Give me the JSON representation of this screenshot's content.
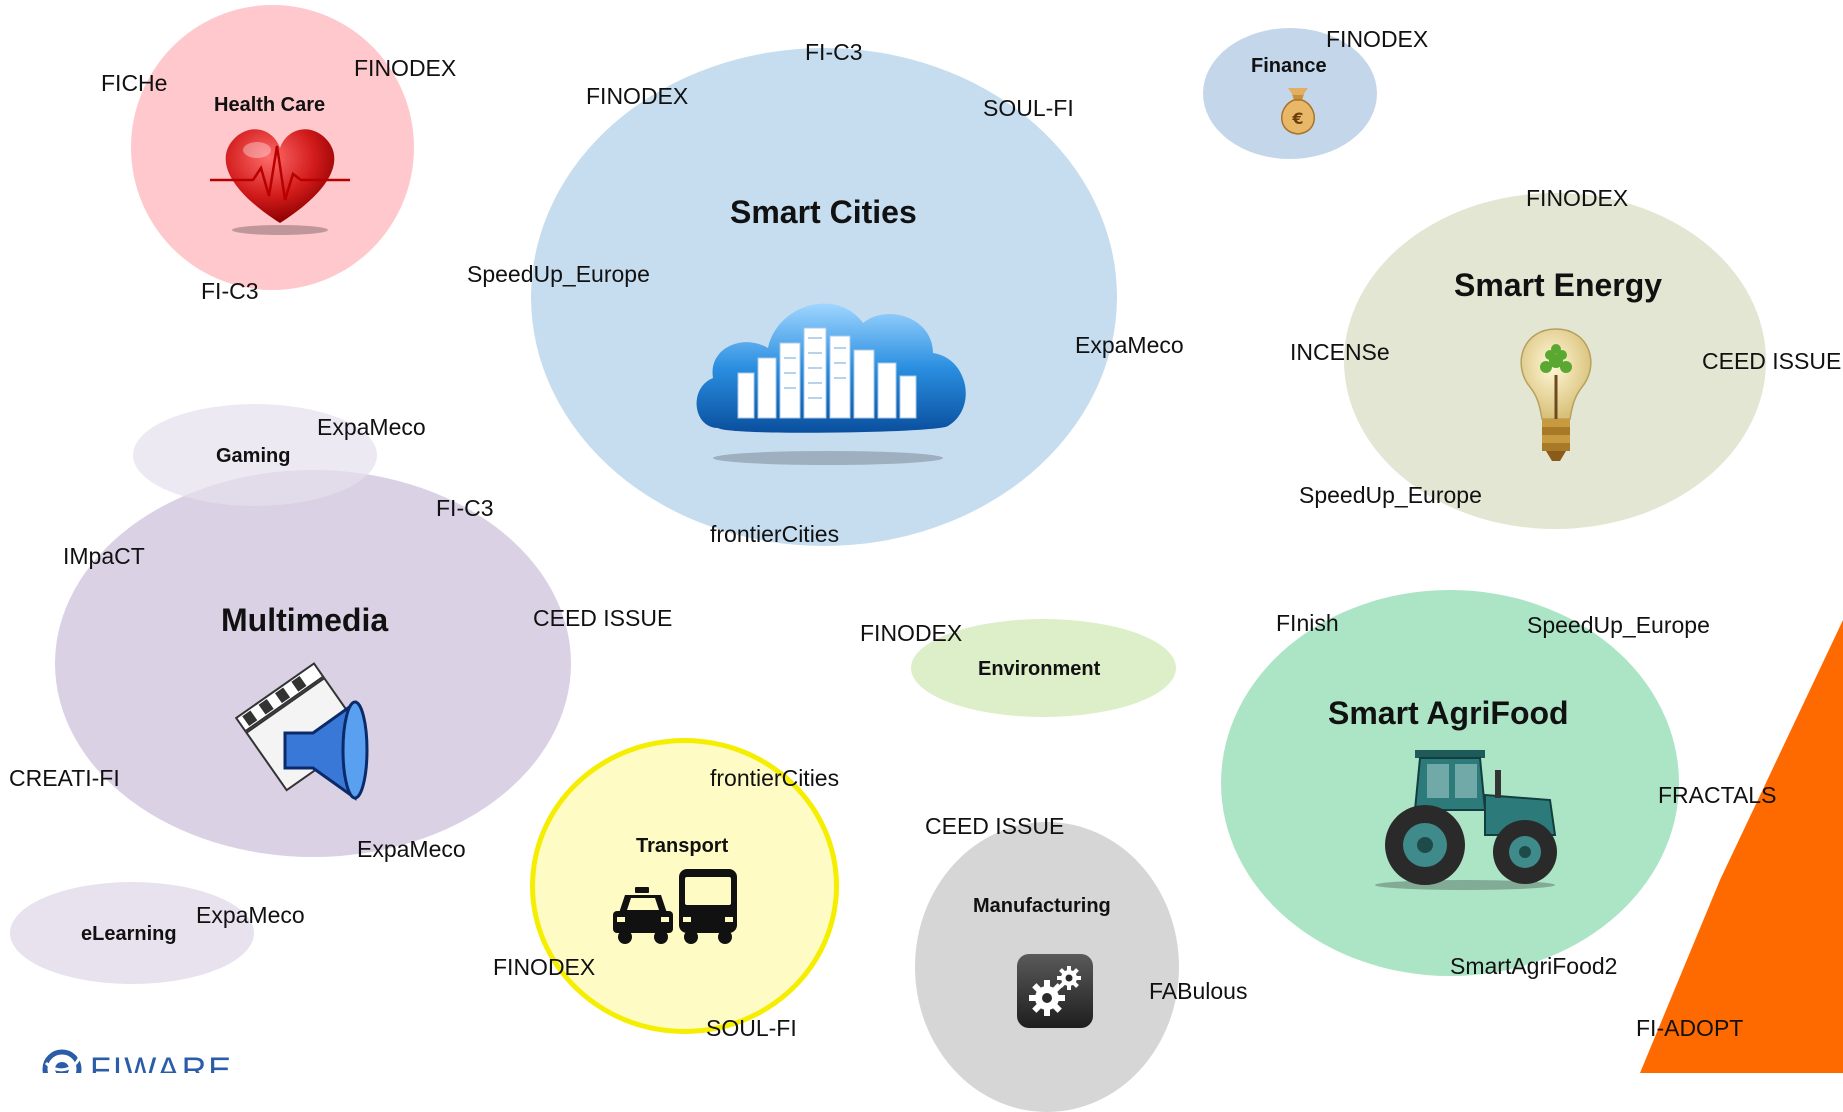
{
  "domains": {
    "health_care": {
      "title": "Health Care",
      "labels": [
        "FICHe",
        "FINODEX",
        "FI-C3"
      ]
    },
    "smart_cities": {
      "title": "Smart Cities",
      "labels": [
        "FI-C3",
        "FINODEX",
        "SOUL-FI",
        "SpeedUp_Europe",
        "ExpaMeco",
        "frontierCities"
      ]
    },
    "finance": {
      "title": "Finance",
      "labels": [
        "FINODEX"
      ]
    },
    "smart_energy": {
      "title": "Smart Energy",
      "labels": [
        "FINODEX",
        "INCENSe",
        "CEED ISSUE",
        "SpeedUp_Europe"
      ]
    },
    "gaming": {
      "title": "Gaming",
      "labels": [
        "ExpaMeco"
      ]
    },
    "multimedia": {
      "title": "Multimedia",
      "labels": [
        "FI-C3",
        "IMpaCT",
        "CEED ISSUE",
        "CREATI-FI",
        "ExpaMeco"
      ]
    },
    "elearning": {
      "title": "eLearning",
      "labels": [
        "ExpaMeco"
      ]
    },
    "environment": {
      "title": "Environment",
      "labels": [
        "FINODEX"
      ]
    },
    "transport": {
      "title": "Transport",
      "labels": [
        "frontierCities",
        "FINODEX",
        "SOUL-FI"
      ]
    },
    "manufacturing": {
      "title": "Manufacturing",
      "labels": [
        "CEED ISSUE",
        "FABulous"
      ]
    },
    "smart_agrifood": {
      "title": "Smart AgriFood",
      "labels": [
        "FInish",
        "SpeedUp_Europe",
        "FRACTALS",
        "SmartAgriFood2",
        "FI-ADOPT"
      ]
    }
  },
  "colors": {
    "health_care": "#ffc8cc",
    "smart_cities": "#c6ddf0",
    "finance": "#c4d6ea",
    "smart_energy": "#e3e6d2",
    "gaming": "#e6dfec",
    "multimedia": "#d8cfe3",
    "elearning": "#e8e2ef",
    "environment": "#dcefc8",
    "transport_fill": "#fffbc4",
    "transport_border": "#f5ee00",
    "manufacturing": "#d6d6d6",
    "smart_agrifood": "#ace4c6",
    "accent_orange": "#ff6a00",
    "logo_blue": "#2a5ca8"
  },
  "icons": {
    "health_care": "heart-pulse-icon",
    "smart_cities": "cloud-city-icon",
    "finance": "money-bag-icon",
    "smart_energy": "light-bulb-tree-icon",
    "multimedia": "clapperboard-speaker-icon",
    "transport": "taxi-bus-icon",
    "manufacturing": "gears-icon",
    "smart_agrifood": "tractor-icon"
  }
}
